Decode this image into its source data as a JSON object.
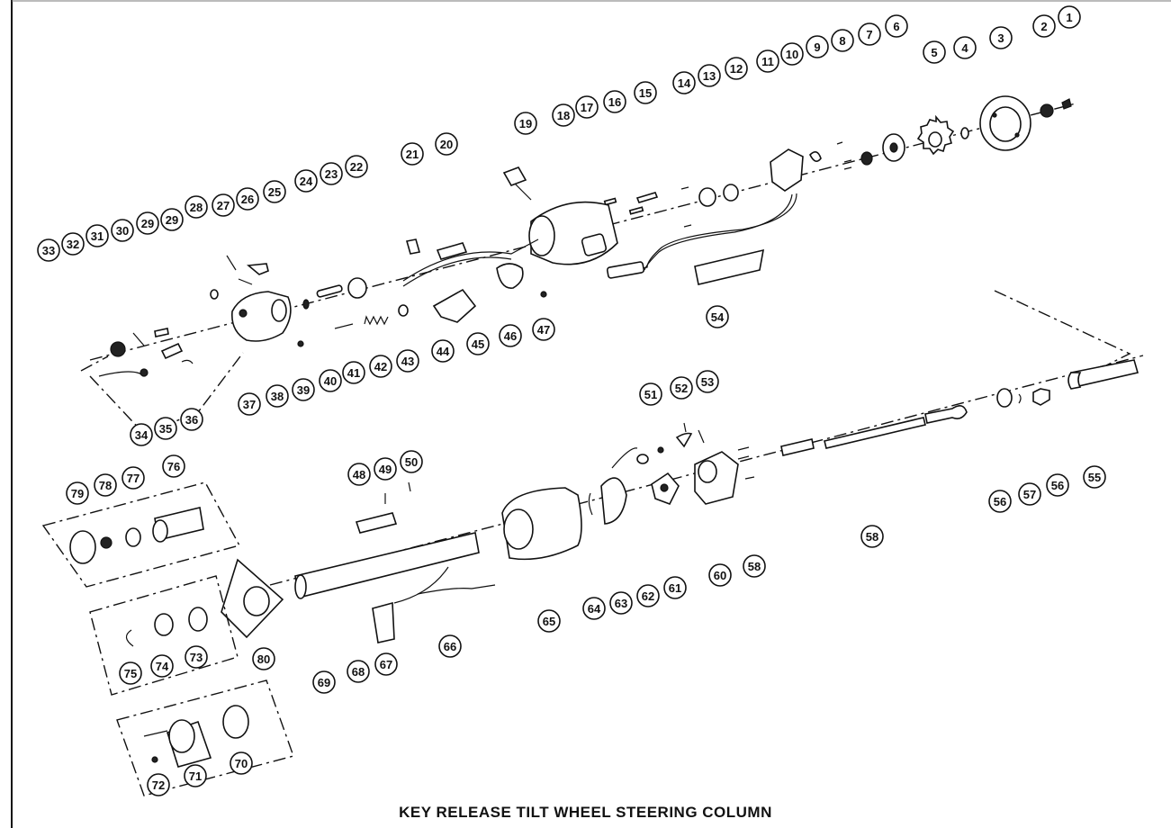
{
  "caption": "KEY RELEASE TILT WHEEL STEERING COLUMN",
  "callouts": [
    "1",
    "2",
    "3",
    "4",
    "5",
    "6",
    "7",
    "8",
    "9",
    "10",
    "11",
    "12",
    "13",
    "14",
    "15",
    "16",
    "17",
    "18",
    "19",
    "20",
    "21",
    "22",
    "23",
    "24",
    "25",
    "26",
    "27",
    "28",
    "29",
    "29",
    "30",
    "31",
    "32",
    "33",
    "34",
    "35",
    "36",
    "37",
    "38",
    "39",
    "40",
    "41",
    "42",
    "43",
    "44",
    "45",
    "46",
    "47",
    "48",
    "49",
    "50",
    "51",
    "52",
    "53",
    "54",
    "55",
    "56",
    "56",
    "57",
    "58",
    "58",
    "60",
    "61",
    "62",
    "63",
    "64",
    "65",
    "66",
    "67",
    "68",
    "69",
    "70",
    "71",
    "72",
    "73",
    "74",
    "75",
    "76",
    "77",
    "78",
    "79",
    "80"
  ]
}
